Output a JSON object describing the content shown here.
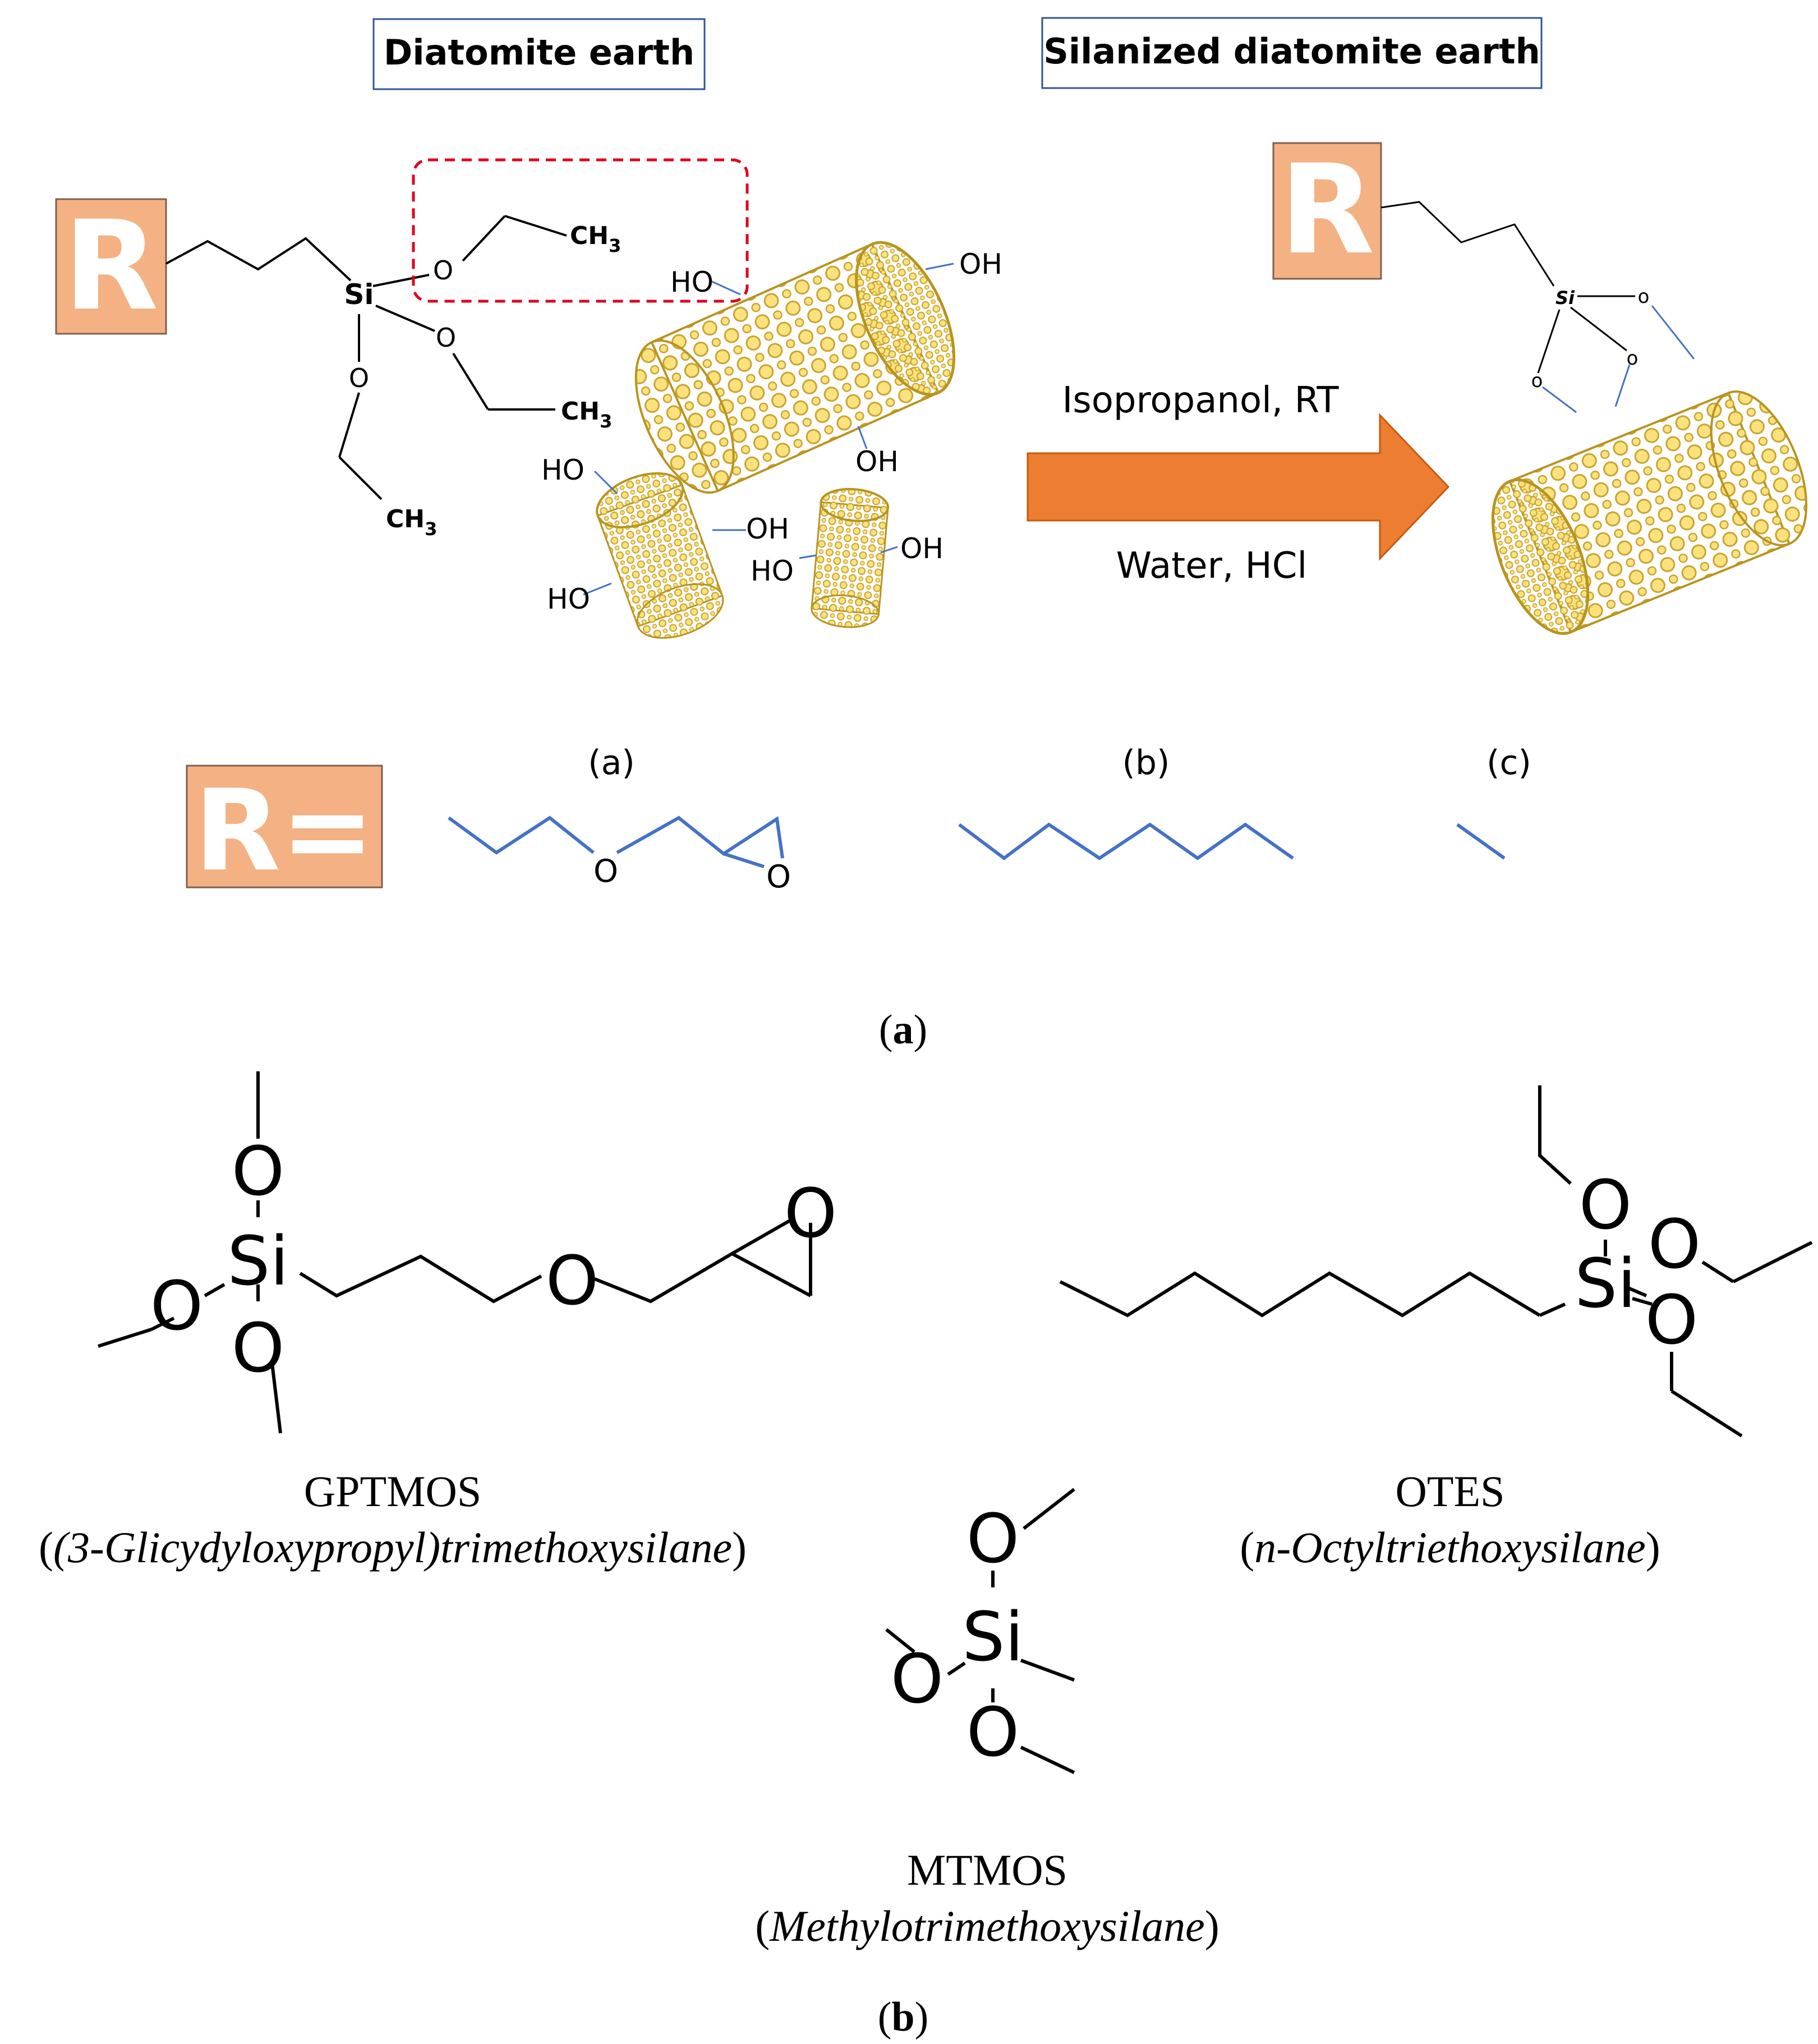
{
  "panel_a": {
    "box_left": "Diatomite earth",
    "box_right": "Silanized diatomite earth",
    "r_symbol": "R",
    "r_equals": "R=",
    "si": "Si",
    "o": "O",
    "ch3": "CH",
    "sub3": "3",
    "ho": "HO",
    "oh": "OH",
    "si_small": "Si",
    "o_small": "o",
    "cond_top": "Isopropanol, RT",
    "cond_bottom": "Water, HCl",
    "option_a": "(a)",
    "option_b": "(b)",
    "option_c": "(c)",
    "colors": {
      "r_fill": "#f4b183",
      "arrow": "#ed7d31",
      "dashed_box": "#e0001b",
      "blue_bonds": "#4472c4",
      "cylinder": "#c9a431",
      "pore": "#fbe27d"
    }
  },
  "caption_a": "a",
  "caption_b": "b",
  "panel_b": {
    "si": "Si",
    "o": "O",
    "gptmos_name": "GPTMOS",
    "gptmos_full": "(3-Glicydyloxypropyl)trimethoxysilane",
    "otes_name": "OTES",
    "otes_full": "n-Octyltriethoxysilane",
    "mtmos_name": "MTMOS",
    "mtmos_full": "Methylotrimethoxysilane"
  }
}
